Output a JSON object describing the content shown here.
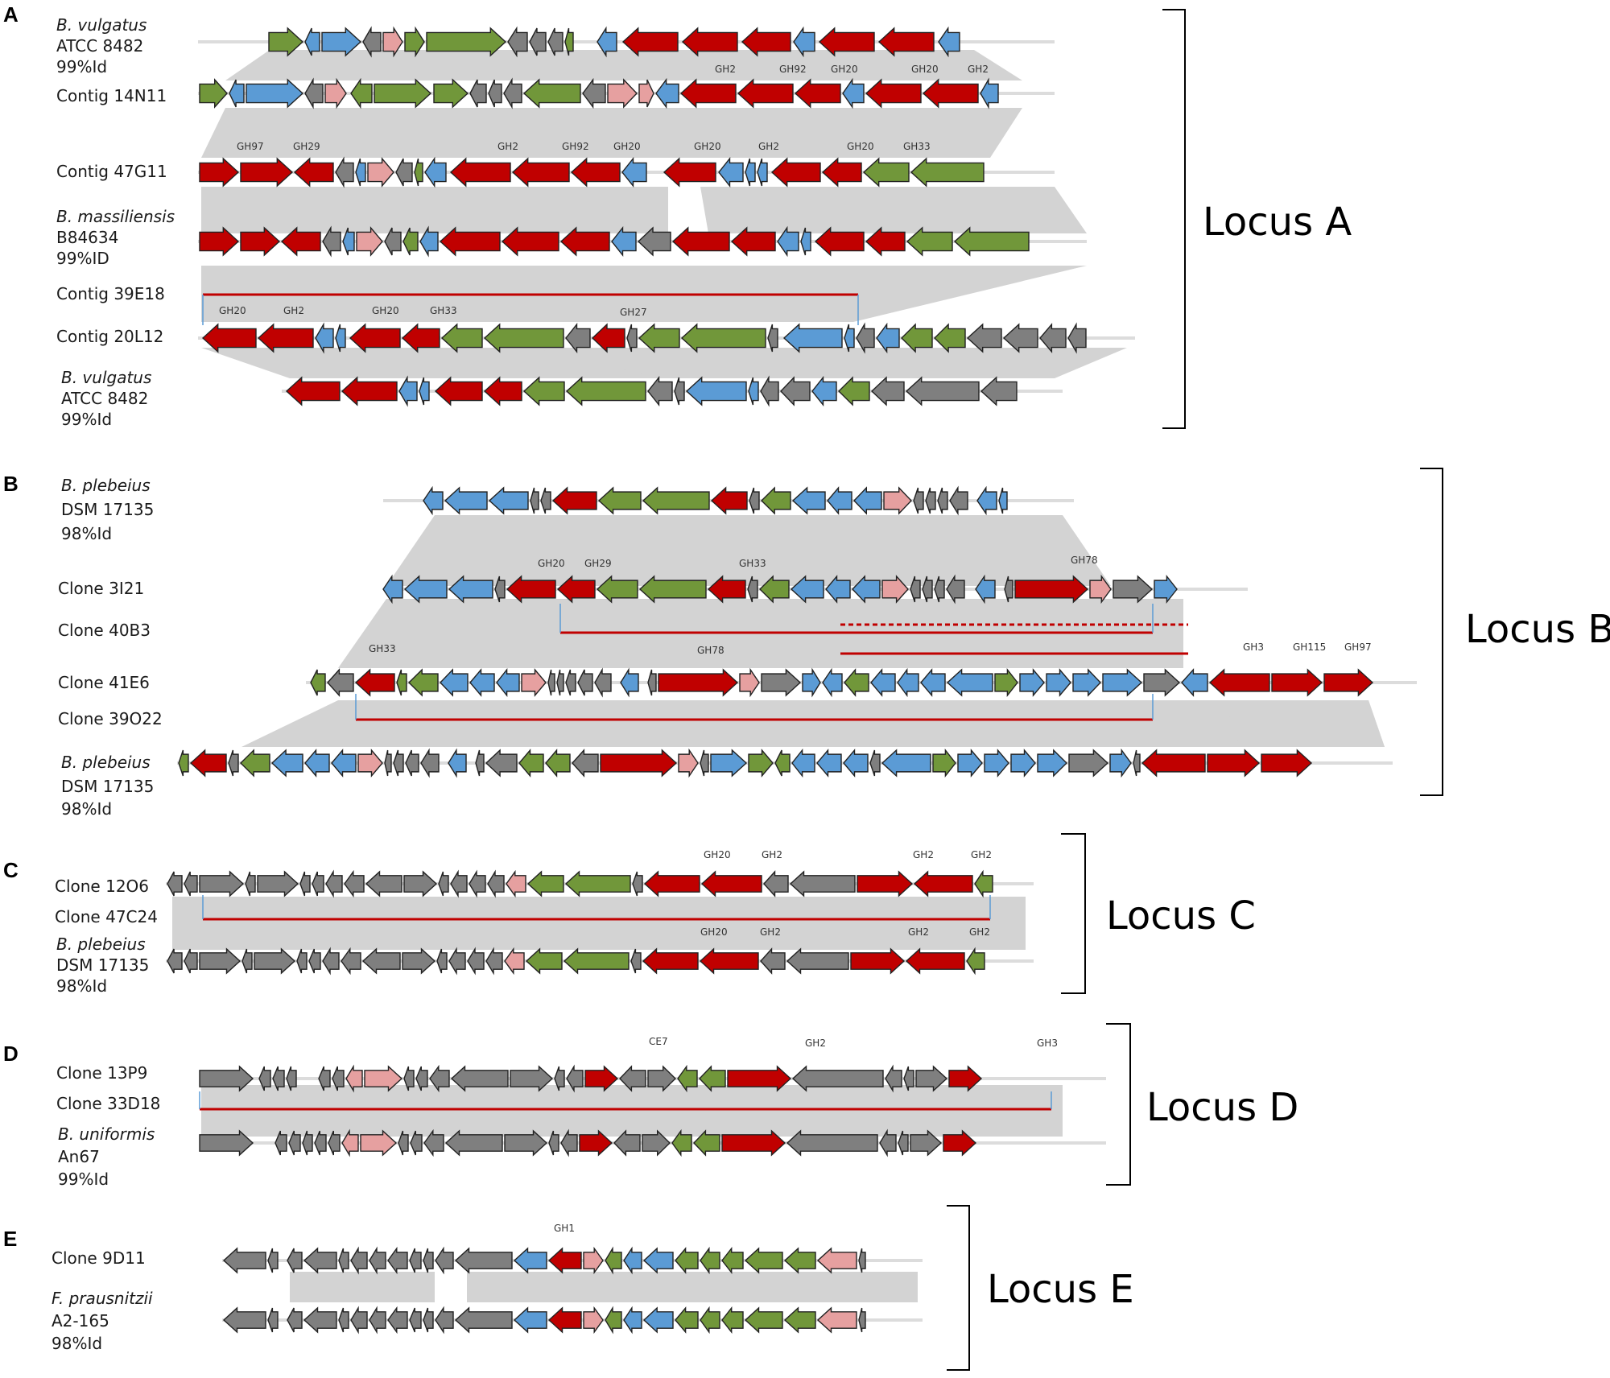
{
  "colors": {
    "red": "#c00000",
    "green": "#71973a",
    "blue": "#5b9bd5",
    "pink": "#e6a0a0",
    "gray": "#7f7f7f",
    "line": "#c00000",
    "link": "#5b9bd5",
    "band": "#d3d3d3"
  },
  "panels": [
    {
      "letter": "A",
      "locus": "Locus A",
      "labels": [
        {
          "lines": [
            "B. vulgatus",
            "ATCC 8482",
            "99%Id"
          ]
        },
        {
          "lines": [
            "Contig 14N11"
          ]
        },
        {
          "lines": [
            "Contig 47G11"
          ]
        },
        {
          "lines": [
            "B. massiliensis",
            "B84634",
            "99%ID"
          ]
        },
        {
          "lines": [
            "Contig 39E18"
          ]
        },
        {
          "lines": [
            "Contig 20L12"
          ]
        },
        {
          "lines": [
            "B. vulgatus",
            "ATCC 8482",
            "99%Id"
          ]
        }
      ],
      "gh": [
        "GH2",
        "GH92",
        "GH20",
        "GH20",
        "GH2",
        "GH97",
        "GH29",
        "GH2",
        "GH92",
        "GH20",
        "GH20",
        "GH2",
        "GH20",
        "GH33",
        "GH20",
        "GH2",
        "GH20",
        "GH33",
        "GH27"
      ]
    },
    {
      "letter": "B",
      "locus": "Locus B",
      "labels": [
        {
          "lines": [
            "B. plebeius",
            "DSM 17135",
            "98%Id"
          ]
        },
        {
          "lines": [
            "Clone 3I21"
          ]
        },
        {
          "lines": [
            "Clone 40B3"
          ]
        },
        {
          "lines": [
            "Clone 41E6"
          ]
        },
        {
          "lines": [
            "Clone 39O22"
          ]
        },
        {
          "lines": [
            "B. plebeius",
            "DSM 17135",
            "98%Id"
          ]
        }
      ],
      "gh": [
        "GH20",
        "GH29",
        "GH33",
        "GH78",
        "GH33",
        "GH78",
        "GH3",
        "GH115",
        "GH97"
      ]
    },
    {
      "letter": "C",
      "locus": "Locus C",
      "labels": [
        {
          "lines": [
            "Clone 12O6"
          ]
        },
        {
          "lines": [
            "Clone 47C24"
          ]
        },
        {
          "lines": [
            "B. plebeius",
            "DSM 17135",
            "98%Id"
          ]
        }
      ],
      "gh": [
        "GH20",
        "GH2",
        "GH2",
        "GH2",
        "GH20",
        "GH2",
        "GH2",
        "GH2"
      ]
    },
    {
      "letter": "D",
      "locus": "Locus D",
      "labels": [
        {
          "lines": [
            "Clone 13P9"
          ]
        },
        {
          "lines": [
            "Clone 33D18"
          ]
        },
        {
          "lines": [
            "B. uniformis",
            "An67",
            "99%Id"
          ]
        }
      ],
      "gh": [
        "CE7",
        "GH2",
        "GH3"
      ]
    },
    {
      "letter": "E",
      "locus": "Locus E",
      "labels": [
        {
          "lines": [
            "Clone 9D11"
          ]
        },
        {
          "lines": [
            "F. prausnitzii",
            "A2-165",
            "98%Id"
          ]
        }
      ],
      "gh": [
        "GH1"
      ]
    }
  ]
}
